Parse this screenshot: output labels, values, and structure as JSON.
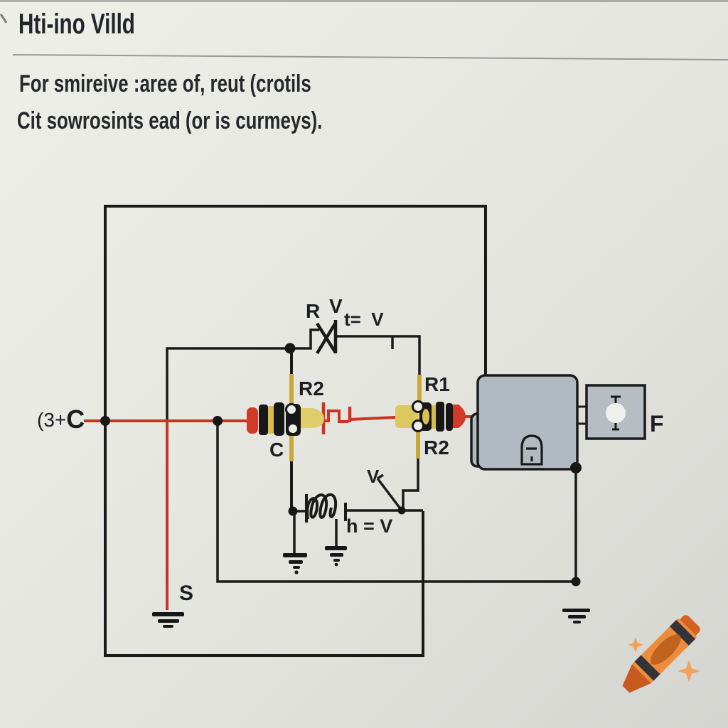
{
  "header": {
    "title": "Hti-ino Villd",
    "caption_line1": "For smireive :aree of, reut (crotils",
    "caption_line2": "Cit sowrosints ead (or is curmeys)."
  },
  "circuit": {
    "labels": {
      "input_prefix": "(3+",
      "input_main": "C",
      "diode_r": "R",
      "diode_v": "V",
      "diode_eq": "t=  V",
      "left_resistor_top": "R2",
      "left_resistor_bottom": "C",
      "right_resistor_top": "R1",
      "right_resistor_bottom": "R2",
      "transistor_v": "V",
      "inductor_eq": "h = V",
      "source_ground": "S",
      "connector": "F"
    },
    "components": [
      "outer-loop-wire",
      "diode",
      "left-band-resistor",
      "right-band-resistor",
      "pulse-source",
      "inductor-coil",
      "transistor-arrow",
      "ic-box",
      "terminal-box",
      "ground-symbol-x4",
      "junction-dots",
      "terminal-circles"
    ],
    "colors": {
      "wire_black": "#1a1a1a",
      "wire_red": "#cc3322",
      "lead_yellow": "#c9a83a",
      "resistor_body_yellow": "#e2cd6c",
      "resistor_cap_red": "#cf3b28",
      "box_gray": "#b0bac0",
      "terminal_white": "#eeeee8"
    }
  },
  "watermark": {
    "icon": "crayon-logo",
    "crayon_orange": "#ee8c3d",
    "crayon_tip": "#c75a1e",
    "crayon_band": "#33333a",
    "sparkle_orange": "#f3a058"
  }
}
